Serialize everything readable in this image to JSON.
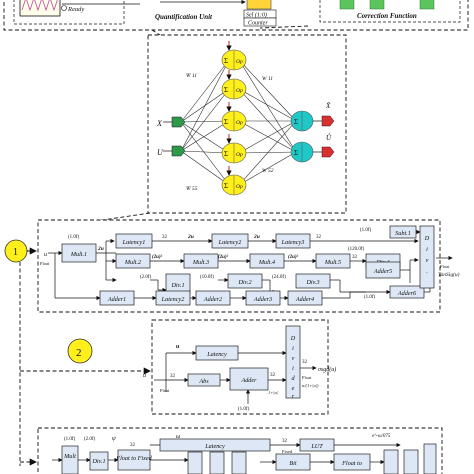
{
  "top": {
    "ready_label": "Ready",
    "quantification_label": "Quantification Unit",
    "sel_label": "Sel (1:0)",
    "counter_label": "Counter",
    "correction_label": "Correction Function"
  },
  "nn": {
    "hidden": [
      {
        "label": "Op",
        "sub": "1"
      },
      {
        "label": "Op",
        "sub": "2"
      },
      {
        "label": "Op",
        "sub": "j"
      },
      {
        "label": "Op",
        "sub": "4"
      },
      {
        "label": "Op",
        "sub": "5"
      }
    ],
    "input_x": "X",
    "input_u": "U",
    "w11": "W̅ 11",
    "w55": "W̅ 55",
    "w11b": "W 11",
    "w52": "W 52",
    "out_x": "X̂",
    "out_u": "Û"
  },
  "tansig": {
    "badge": "1",
    "blocks": [
      "Mult.1",
      "Latency1",
      "Latency2",
      "Latency3",
      "Mult.2",
      "Mult.3",
      "Mult.4",
      "Mult.5",
      "Div.1",
      "Div.2",
      "Div.3",
      "Div.4",
      "Subt.1",
      "Adder1",
      "Adder2",
      "Adder3",
      "Adder4",
      "Adder5",
      "Adder6",
      "Latency2",
      "D i v ."
    ],
    "labels": {
      "bus": "32",
      "bus2": "2u",
      "sq": "(2u)²",
      "c1": "(1.0f)",
      "c2": "(2.0f)",
      "c3": "(10.0f)",
      "c4": "(24.0f)",
      "c5": "(120.0f)",
      "c6": "(1.0f)",
      "float": "Float",
      "u": "u",
      "out_float": "Float",
      "out_name": "TanSig(u)"
    }
  },
  "sigmoid": {
    "badge": "2",
    "latency": "Latency",
    "abs": "Abs",
    "adder": "Adder",
    "divider": "D i v i d e r",
    "bus": "32",
    "u": "u",
    "one_abs": "1+|u|",
    "c1": "(1.0f)",
    "float": "Float",
    "out_name": "σsgd(u)",
    "out_formula": "u/(1+|u|)"
  },
  "bottom": {
    "labels": [
      "Mult",
      "Div.1",
      "Float to Fixed",
      "Latency",
      "LUT",
      "Float to",
      "Bit"
    ],
    "consts": [
      "(1.0f)",
      "(2.0f)",
      "ψ",
      "ω"
    ],
    "exp": "e^-ω/075",
    "bus": "32",
    "fixed": "Fixed"
  }
}
